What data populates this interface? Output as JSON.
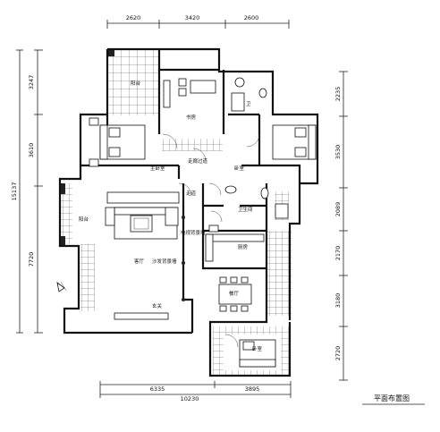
{
  "dims_top": [
    "2620",
    "3420",
    "2600"
  ],
  "dims_left": [
    "3247",
    "3610",
    "7720"
  ],
  "dim_left_total": "15137",
  "dims_right": [
    "2235",
    "3530",
    "2089",
    "2170",
    "3180",
    "2720"
  ],
  "dims_bottom": [
    "6335",
    "3895"
  ],
  "dim_bottom_total": "10230",
  "rooms": {
    "balcony_top": "阳台",
    "study": "书房",
    "master_bed": "主卧室",
    "hall": "走廊过道",
    "bedroom": "卧室",
    "corridor": "走道",
    "bath": "卫生间",
    "balcony_left": "阳台",
    "tv_wall": "电视背景墙",
    "kitchen": "厨房",
    "living": "客厅",
    "sofa_wall": "沙发背景墙",
    "dining": "餐厅",
    "bed3": "卧室",
    "entrance": "玄关",
    "wc": "卫"
  },
  "title": "平面布置图"
}
